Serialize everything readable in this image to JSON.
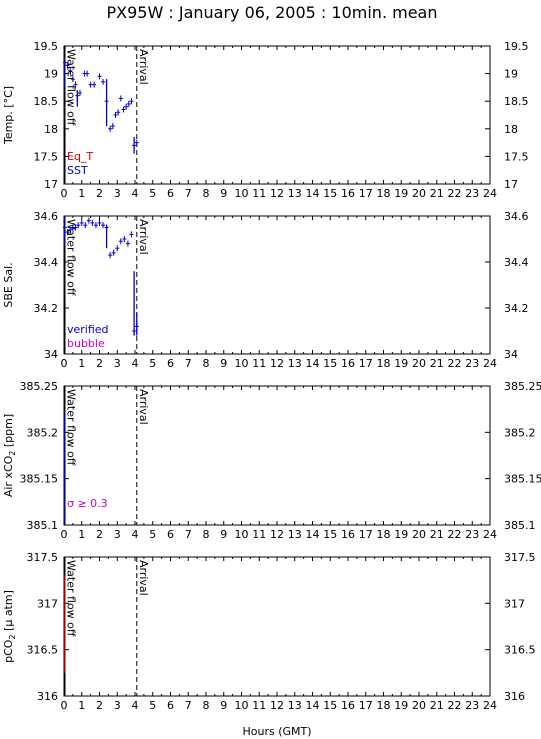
{
  "title": "PX95W : January 06, 2005 : 10min. mean",
  "xlabel": "Hours (GMT)",
  "xticks": [
    "0",
    "1",
    "2",
    "3",
    "4",
    "5",
    "6",
    "7",
    "8",
    "9",
    "10",
    "11",
    "12",
    "13",
    "14",
    "15",
    "16",
    "17",
    "18",
    "19",
    "20",
    "21",
    "22",
    "23",
    "24"
  ],
  "colors": {
    "axis": "#000000",
    "blue": "#0000cc",
    "red": "#cc0000",
    "magenta": "#cc00cc"
  },
  "chart_data": [
    {
      "type": "scatter",
      "panel": "temperature",
      "ylabel_main": "Temp. [°C]",
      "ylabel_sub": "",
      "ylabel_tail": "",
      "xlim": [
        0,
        24
      ],
      "ylim": [
        17,
        19.5
      ],
      "yticks": [
        "17",
        "17.5",
        "18",
        "18.5",
        "19",
        "19.5"
      ],
      "legend": [
        {
          "text": "Eq_T",
          "color": "#cc0000"
        },
        {
          "text": "SST",
          "color": "#0000cc"
        }
      ],
      "annotations": [
        {
          "text": "Water flow off",
          "x": 0.03
        },
        {
          "text": "Arrival",
          "x": 4.1
        }
      ],
      "series": [
        {
          "color": "#0000cc",
          "points": [
            [
              0.05,
              19.2
            ],
            [
              0.2,
              19.15
            ],
            [
              0.35,
              19.05
            ],
            [
              0.5,
              18.9
            ],
            [
              0.65,
              18.8
            ],
            [
              0.75,
              18.6
            ],
            [
              0.9,
              18.65
            ],
            [
              1.15,
              19.0
            ],
            [
              1.3,
              19.0
            ],
            [
              1.5,
              18.8
            ],
            [
              1.7,
              18.8
            ],
            [
              2.0,
              18.95
            ],
            [
              2.2,
              18.85
            ],
            [
              2.4,
              18.5
            ],
            [
              2.6,
              18.0
            ],
            [
              2.75,
              18.05
            ],
            [
              2.9,
              18.25
            ],
            [
              3.05,
              18.3
            ],
            [
              3.2,
              18.55
            ],
            [
              3.35,
              18.35
            ],
            [
              3.5,
              18.4
            ],
            [
              3.65,
              18.45
            ],
            [
              3.8,
              18.5
            ],
            [
              3.95,
              17.7
            ],
            [
              4.1,
              17.75
            ]
          ],
          "ranges": [
            [
              0.05,
              18.75,
              19.2
            ],
            [
              0.75,
              18.4,
              18.7
            ],
            [
              2.4,
              18.05,
              18.9
            ],
            [
              3.95,
              17.55,
              17.85
            ]
          ]
        }
      ]
    },
    {
      "type": "scatter",
      "panel": "salinity",
      "ylabel_main": "SBE Sal.",
      "ylabel_sub": "",
      "ylabel_tail": "",
      "xlim": [
        0,
        24
      ],
      "ylim": [
        34,
        34.6
      ],
      "yticks": [
        "34",
        "34.2",
        "34.4",
        "34.6"
      ],
      "legend": [
        {
          "text": "verified",
          "color": "#0000cc"
        },
        {
          "text": "bubble",
          "color": "#cc00cc"
        }
      ],
      "annotations": [
        {
          "text": "Water flow off",
          "x": 0.03
        },
        {
          "text": "Arrival",
          "x": 4.1
        }
      ],
      "series": [
        {
          "color": "#0000cc",
          "points": [
            [
              0.05,
              34.55
            ],
            [
              0.2,
              34.53
            ],
            [
              0.35,
              34.54
            ],
            [
              0.5,
              34.55
            ],
            [
              0.65,
              34.55
            ],
            [
              0.8,
              34.56
            ],
            [
              1.0,
              34.57
            ],
            [
              1.2,
              34.56
            ],
            [
              1.4,
              34.58
            ],
            [
              1.6,
              34.57
            ],
            [
              1.8,
              34.56
            ],
            [
              2.0,
              34.57
            ],
            [
              2.2,
              34.56
            ],
            [
              2.4,
              34.55
            ],
            [
              2.6,
              34.43
            ],
            [
              2.8,
              34.44
            ],
            [
              3.0,
              34.46
            ],
            [
              3.2,
              34.49
            ],
            [
              3.4,
              34.5
            ],
            [
              3.6,
              34.48
            ],
            [
              3.8,
              34.52
            ],
            [
              3.95,
              34.1
            ],
            [
              4.1,
              34.12
            ]
          ],
          "ranges": [
            [
              0.05,
              34.47,
              34.6
            ],
            [
              2.4,
              34.46,
              34.56
            ],
            [
              3.95,
              34.08,
              34.36
            ],
            [
              4.1,
              34.08,
              34.18
            ]
          ]
        }
      ]
    },
    {
      "type": "scatter",
      "panel": "air_xco2",
      "ylabel_main": "Air xCO",
      "ylabel_sub": "2",
      "ylabel_tail": " [ppm]",
      "xlim": [
        0,
        24
      ],
      "ylim": [
        385.1,
        385.25
      ],
      "yticks": [
        "385.1",
        "385.15",
        "385.2",
        "385.25"
      ],
      "legend": [
        {
          "text": "σ ≥ 0.3",
          "color": "#cc00cc"
        }
      ],
      "annotations": [
        {
          "text": "Water flow off",
          "x": 0.03
        },
        {
          "text": "Arrival",
          "x": 4.1
        }
      ],
      "series": [
        {
          "color": "#0000cc",
          "points": [],
          "ranges": [
            [
              0.05,
              385.1,
              385.22
            ]
          ]
        }
      ]
    },
    {
      "type": "scatter",
      "panel": "pco2",
      "ylabel_main": "pCO",
      "ylabel_sub": "2",
      "ylabel_tail": " [μ atm]",
      "xlim": [
        0,
        24
      ],
      "ylim": [
        316,
        317.5
      ],
      "yticks": [
        "316",
        "316.5",
        "317",
        "317.5"
      ],
      "legend": [],
      "annotations": [
        {
          "text": "Water flow off",
          "x": 0.03
        },
        {
          "text": "Arrival",
          "x": 4.1
        }
      ],
      "series": [
        {
          "color": "#cc0000",
          "points": [],
          "ranges": [
            [
              0.05,
              316.25,
              317.3
            ]
          ]
        }
      ]
    }
  ]
}
